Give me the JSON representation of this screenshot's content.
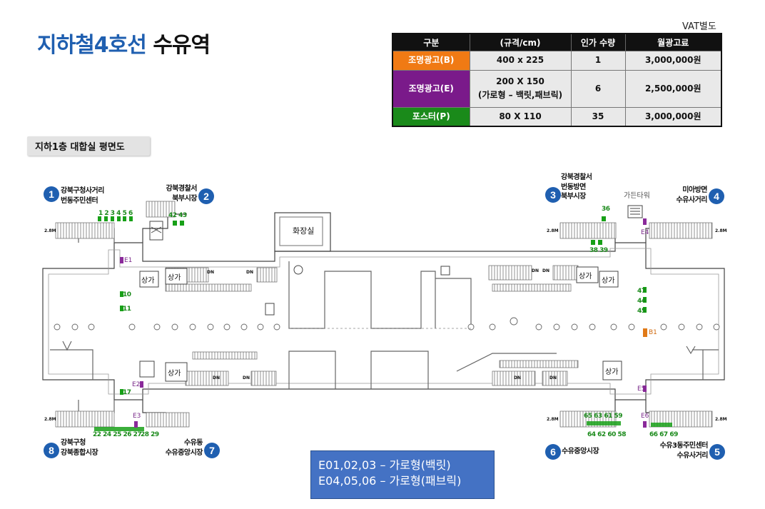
{
  "title": {
    "line": "지하철4호선",
    "station": "수유역"
  },
  "vat_note": "VAT별도",
  "price_table": {
    "headers": [
      "구분",
      "(규격/cm)",
      "인가 수량",
      "월광고료"
    ],
    "rows": [
      {
        "category": "조명광고(B)",
        "color": "#f07a14",
        "size": "400 x 225",
        "size_note": "",
        "qty": "1",
        "fee": "3,000,000원"
      },
      {
        "category": "조명광고(E)",
        "color": "#7a1a8a",
        "size": "200 X 150",
        "size_note": "(가로형 – 백릿,패브릭)",
        "qty": "6",
        "fee": "2,500,000원"
      },
      {
        "category": "포스터(P)",
        "color": "#1a8a1a",
        "size": "80 X 110",
        "size_note": "",
        "qty": "35",
        "fee": "3,000,000원"
      }
    ]
  },
  "floor_label": "지하1층 대합실 평면도",
  "exits": [
    {
      "n": "1",
      "l1": "강북구청사거리",
      "l2": "번동주민센터"
    },
    {
      "n": "2",
      "l1": "강북경찰서",
      "l2": "북부시장"
    },
    {
      "n": "3",
      "l1": "강북경찰서",
      "l2": "번동방면",
      "l3": "북부시장"
    },
    {
      "n": "4",
      "l1": "미아방면",
      "l2": "수유사거리"
    },
    {
      "n": "5",
      "l1": "수유3동주민센터",
      "l2": "수유사거리"
    },
    {
      "n": "6",
      "l1": "수유중앙시장"
    },
    {
      "n": "7",
      "l1": "수유동",
      "l2": "수유중앙시장"
    },
    {
      "n": "8",
      "l1": "강북구청",
      "l2": "강북종합시장"
    }
  ],
  "room_labels": {
    "restroom": "화장실",
    "shop": "상가",
    "tower": "가든타워"
  },
  "markers": {
    "p_1_6": "1 2 3 4 5 6",
    "p_42_43": "42 43",
    "p_36": "36",
    "p_38_39": "38 39",
    "p_10": "10",
    "p_11": "11",
    "p_47": "47",
    "p_44": "44",
    "p_45": "45",
    "p_17": "17",
    "p_22_27": "22 24 25 26 27",
    "p_28_29": "28 29",
    "p_65_59": "65 63 61 59",
    "p_64_58": "64 62 60 58",
    "p_66_69": "66 67 69",
    "e1": "E1",
    "e2": "E2",
    "e3": "E3",
    "e4": "E4",
    "e5": "E5",
    "e6": "E6",
    "b1": "B1",
    "dn": "DN",
    "floor_h": "2.8M"
  },
  "legend": {
    "line1": "E01,02,03 – 가로형(백릿)",
    "line2": "E04,05,06 – 가로형(패브릭)"
  }
}
